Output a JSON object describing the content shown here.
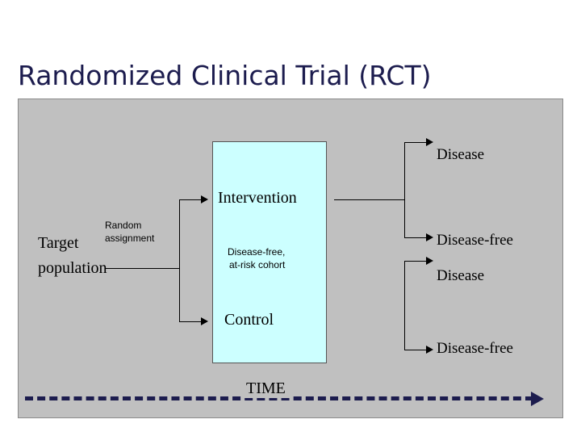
{
  "title": "Randomized Clinical Trial (RCT)",
  "diagram": {
    "center_box_label_line1": "Disease-free,",
    "center_box_label_line2": "at-risk cohort",
    "left_label_line1": "Target",
    "left_label_line2": "population",
    "random_assignment_line1": "Random",
    "random_assignment_line2": "assignment",
    "arm_intervention": "Intervention",
    "arm_control": "Control",
    "outcomes": [
      "Disease",
      "Disease-free",
      "Disease",
      "Disease-free"
    ],
    "time_label": "TIME"
  },
  "colors": {
    "title": "#1c1c4e",
    "canvas_background": "#c0c0c0",
    "box_fill": "#ccffff",
    "time_arrow": "#1c1c4e"
  }
}
